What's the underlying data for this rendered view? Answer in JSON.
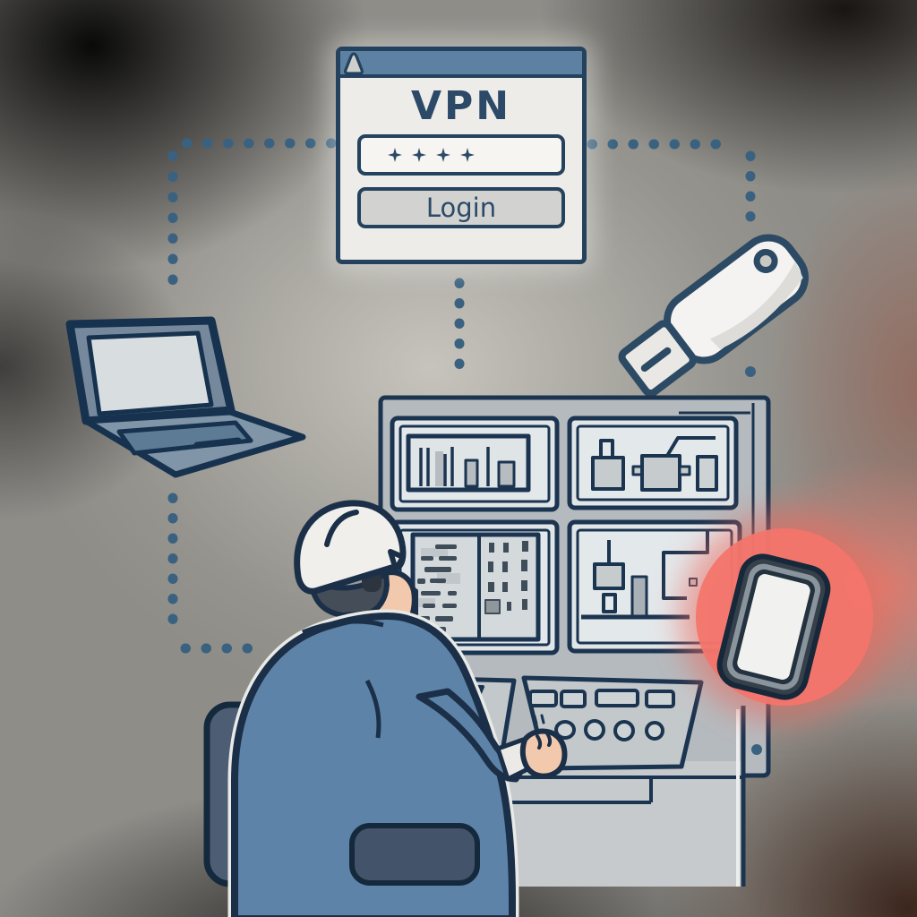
{
  "vpn_window": {
    "title": "VPN",
    "password_masked": "✦✦✦✦",
    "password_mask_glyph": "✦",
    "password_star_count": 4,
    "login_label": "Login"
  },
  "icons": {
    "password_lock": "rounded-triangle-lock-icon",
    "password_mask": "four-pointed-star"
  },
  "colors": {
    "outline_navy": "#1b3450",
    "titlebar_blue": "#5d81a3",
    "dialog_bg": "#edece8",
    "login_button_bg": "#d2d3d1",
    "dotted_connector": "#3a6280",
    "alert_red_circle": "#f3756c",
    "shirt_blue": "#5d84a8",
    "panel_gray": "#b5babe",
    "screen_gray": "#e0e5e8",
    "skin": "#f2c9ac",
    "helmet_white": "#f0efec",
    "chair_slate": "#4d5e74"
  },
  "scene": {
    "objects": [
      "vpn-login-window",
      "laptop",
      "usb-flash-drive",
      "smartphone-alert",
      "control-panel-screens",
      "console-desk",
      "operator-with-hard-hat",
      "chair",
      "dotted-connector-paths"
    ]
  }
}
